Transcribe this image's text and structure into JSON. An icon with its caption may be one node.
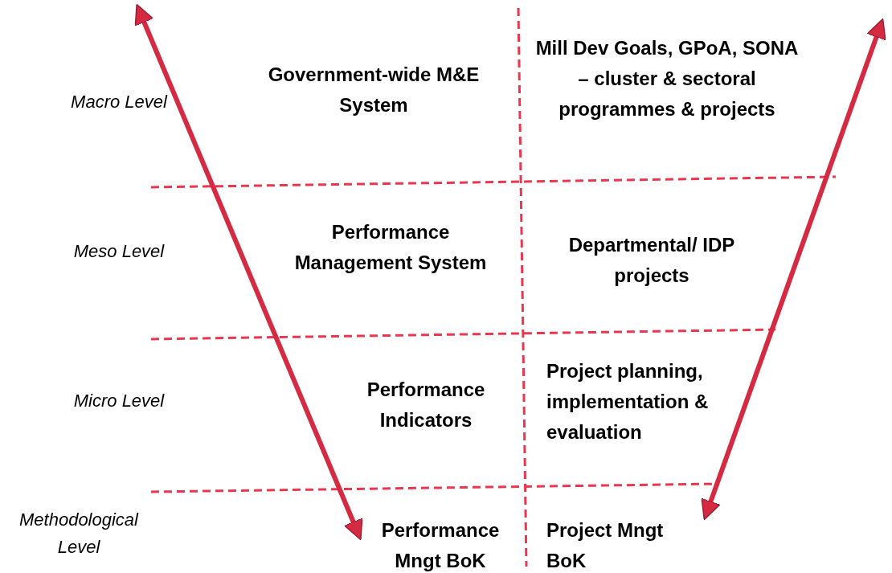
{
  "diagram": {
    "labels": [
      "Macro Level",
      "Government-wide M&E System",
      "Mill Dev Goals, GPoA, SONA – cluster & sectoral programmes & projects",
      "Meso Level",
      "Performance Management System",
      "Departmental/ IDP projects",
      "Micro Level",
      "Performance Indicators",
      "Project planning, implementation & evaluation",
      "Methodological Level",
      "Performance Mngt BoK",
      "Project Mngt BoK"
    ]
  }
}
